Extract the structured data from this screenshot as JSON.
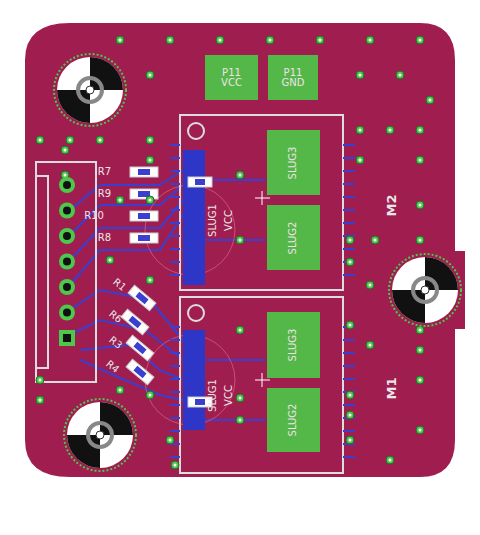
{
  "diagram": {
    "nodes": [
      {
        "text": [
          "P11",
          "VCC"
        ]
      },
      {
        "text": [
          "P11",
          "GND"
        ]
      },
      {
        "text": [
          "SLUG3"
        ]
      },
      {
        "text": [
          "SLUG2"
        ]
      },
      {
        "text": [
          "SLUG3"
        ]
      },
      {
        "text": [
          "SLUG2"
        ]
      }
    ],
    "labels": [
      "R7",
      "R9",
      "R10",
      "R8",
      "R1",
      "R6",
      "R3",
      "R4",
      "SLUG1",
      "VCC",
      "SLUG1",
      "VCC",
      "M2",
      "M1"
    ]
  }
}
